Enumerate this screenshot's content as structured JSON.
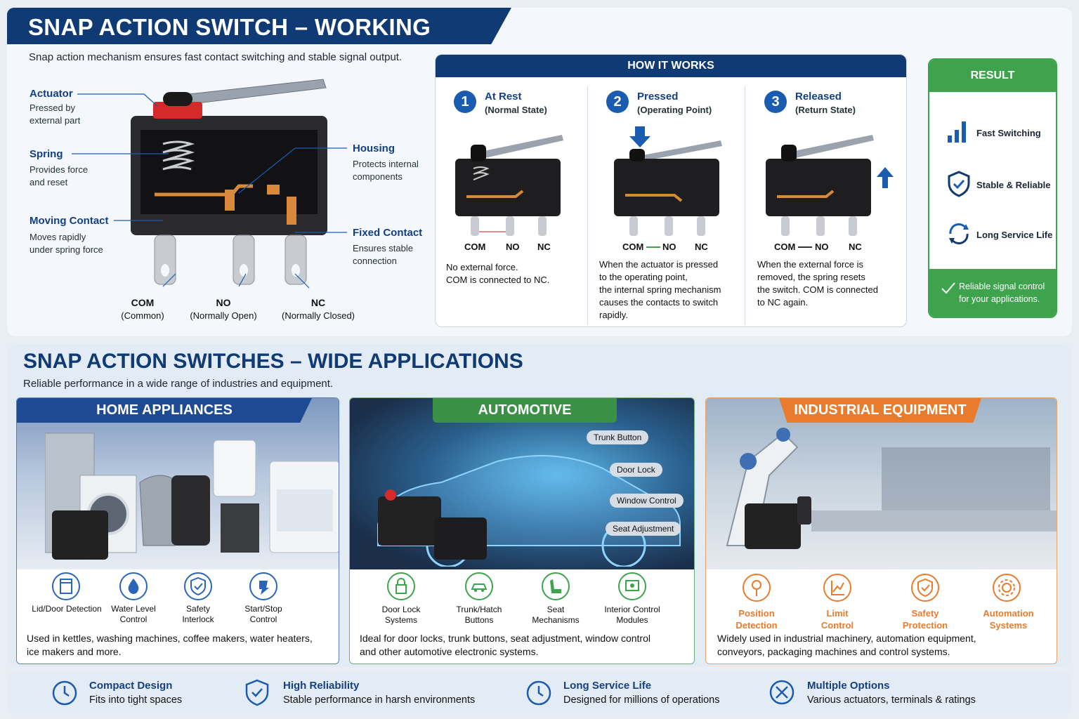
{
  "header": {
    "title": "SNAP ACTION SWITCH – WORKING PRINCIPLE",
    "subtitle": "Snap action mechanism ensures fast contact switching and stable signal output."
  },
  "diagram": {
    "actuator": {
      "title": "Actuator",
      "desc1": "Pressed by",
      "desc2": "external part"
    },
    "spring": {
      "title": "Spring",
      "desc1": "Provides force",
      "desc2": "and reset"
    },
    "moving_contact": {
      "title": "Moving Contact",
      "desc1": "Moves rapidly",
      "desc2": "under spring force"
    },
    "housing": {
      "title": "Housing",
      "desc1": "Protects internal",
      "desc2": "components"
    },
    "fixed_contact": {
      "title": "Fixed Contact",
      "desc1": "Ensures stable",
      "desc2": "connection"
    },
    "pins": [
      {
        "name": "COM",
        "sub": "(Common)"
      },
      {
        "name": "NO",
        "sub": "(Normally Open)"
      },
      {
        "name": "NC",
        "sub": "(Normally Closed)"
      }
    ]
  },
  "how": {
    "heading": "HOW IT WORKS",
    "steps": [
      {
        "num": "1",
        "title": "At Rest",
        "sub": "(Normal State)",
        "com": "COM",
        "no": "NO",
        "nc": "NC",
        "desc": [
          "No external force.",
          "COM is connected to NC."
        ]
      },
      {
        "num": "2",
        "title": "Pressed",
        "sub": "(Operating Point)",
        "com": "COM",
        "no": "NO",
        "nc": "NC",
        "desc": [
          "When the actuator is pressed",
          "to the operating point,",
          "the internal spring mechanism",
          "causes the contacts to switch",
          "rapidly."
        ]
      },
      {
        "num": "3",
        "title": "Released",
        "sub": "(Return State)",
        "com": "COM",
        "no": "NO",
        "nc": "NC",
        "desc": [
          "When the external force is",
          "removed, the spring resets",
          "the switch. COM is connected",
          "to NC again."
        ]
      }
    ]
  },
  "result": {
    "heading": "RESULT",
    "items": [
      "Fast Switching",
      "Stable & Reliable",
      "Long Service Life"
    ],
    "footer1": "Reliable signal control",
    "footer2": "for your applications."
  },
  "apps": {
    "title": "SNAP ACTION SWITCHES – WIDE APPLICATIONS",
    "subtitle": "Reliable performance in a wide range of industries and equipment.",
    "home": {
      "heading": "HOME APPLIANCES",
      "icons": [
        [
          "Lid/Door Detection",
          ""
        ],
        [
          "Water Level",
          "Control"
        ],
        [
          "Safety",
          "Interlock"
        ],
        [
          "Start/Stop",
          "Control"
        ]
      ],
      "desc1": "Used in kettles, washing machines, coffee makers, water heaters,",
      "desc2": "ice makers and more."
    },
    "auto": {
      "heading": "AUTOMOTIVE",
      "tags": [
        "Trunk Button",
        "Door Lock",
        "Window Control",
        "Seat Adjustment"
      ],
      "icons": [
        [
          "Door Lock",
          "Systems"
        ],
        [
          "Trunk/Hatch",
          "Buttons"
        ],
        [
          "Seat",
          "Mechanisms"
        ],
        [
          "Interior Control",
          "Modules"
        ]
      ],
      "desc1": "Ideal for door locks, trunk buttons, seat adjustment, window control",
      "desc2": "and other automotive electronic systems."
    },
    "industrial": {
      "heading": "INDUSTRIAL EQUIPMENT",
      "icons": [
        [
          "Position",
          "Detection"
        ],
        [
          "Limit",
          "Control"
        ],
        [
          "Safety",
          "Protection"
        ],
        [
          "Automation",
          "Systems"
        ]
      ],
      "desc1": "Widely used in industrial machinery, automation equipment,",
      "desc2": "conveyors, packaging machines and control systems."
    }
  },
  "features": [
    {
      "title": "Compact Design",
      "sub": "Fits into tight spaces"
    },
    {
      "title": "High Reliability",
      "sub": "Stable performance in harsh environments"
    },
    {
      "title": "Long Service Life",
      "sub": "Designed for millions of operations"
    },
    {
      "title": "Multiple Options",
      "sub": "Various actuators, terminals & ratings"
    }
  ],
  "colors": {
    "navy": "#0f3a73",
    "blue": "#1a5cb0",
    "green": "#3fa34d",
    "orange": "#e87b2c"
  }
}
